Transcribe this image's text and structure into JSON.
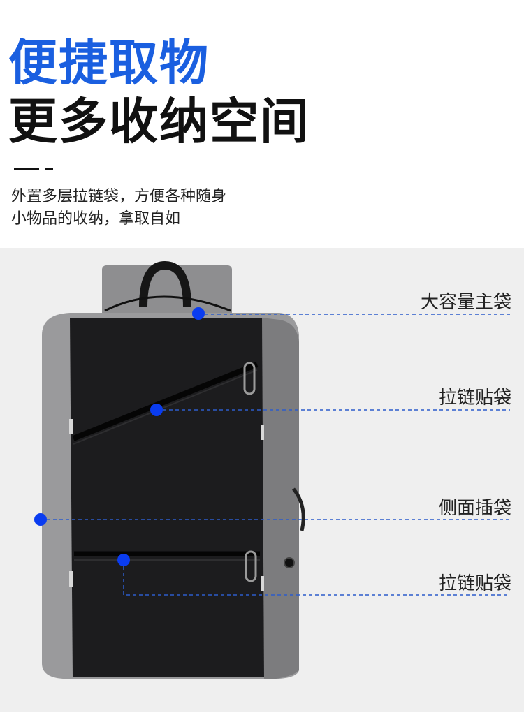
{
  "header": {
    "title_line1": "便捷取物",
    "title_line2": "更多收纳空间",
    "desc_line1": "外置多层拉链袋，方便各种随身",
    "desc_line2": "小物品的收纳，拿取自如"
  },
  "callouts": [
    {
      "label": "大容量主袋"
    },
    {
      "label": "拉链贴袋"
    },
    {
      "label": "侧面插袋"
    },
    {
      "label": "拉链贴袋"
    }
  ],
  "colors": {
    "accent": "#1a5fe0",
    "marker": "#0a3cf0",
    "bag_body": "#1c1c1e",
    "bag_side": "#9a9a9c"
  }
}
